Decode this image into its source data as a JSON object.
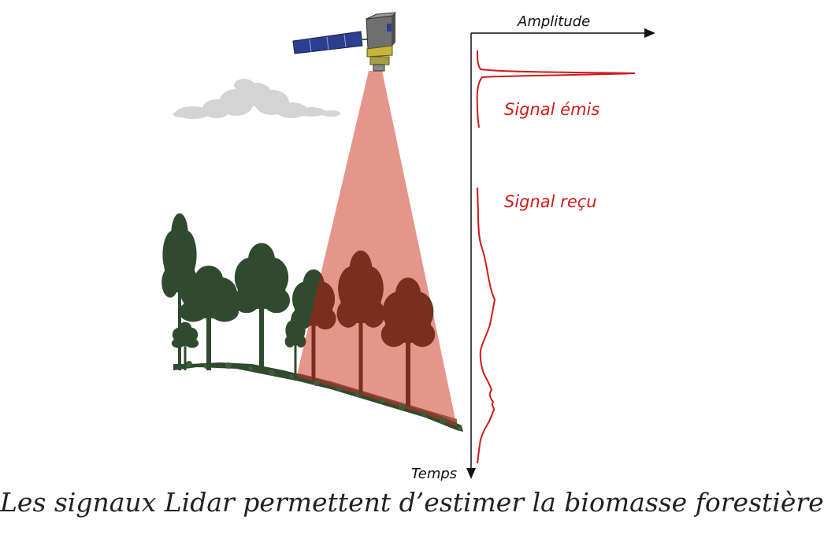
{
  "axis": {
    "x_label": "Amplitude",
    "y_label": "Temps"
  },
  "labels": {
    "emitted": "Signal émis",
    "received": "Signal reçu"
  },
  "caption": "Les signaux Lidar permettent d’estimer la biomasse forestière.",
  "colors": {
    "signal": "#d11a1a",
    "beam": "#e6958a",
    "tree_outside": "#2f4a2e",
    "tree_inside": "#7a2e1e",
    "cloud": "#d4d4d4",
    "axis": "#111111"
  },
  "icons": [
    "satellite-icon",
    "cloud-icon",
    "tree-icon"
  ]
}
